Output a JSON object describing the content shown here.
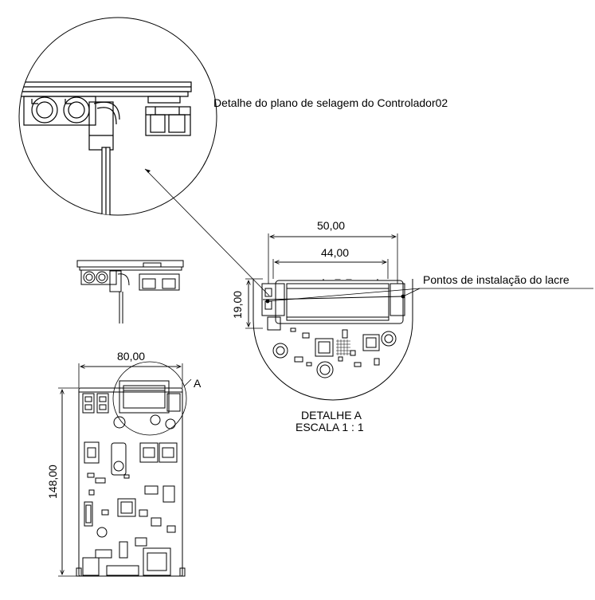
{
  "labels": {
    "detail_view_caption": "Detalhe do plano de selagem do Controlador02",
    "seal_points_callout": "Pontos de instalação do lacre",
    "detail_marker": "A",
    "detail_title": "DETALHE A",
    "detail_scale": "ESCALA 1 : 1"
  },
  "dimensions": {
    "detail_width_outer": "50,00",
    "detail_width_inner": "44,00",
    "detail_height": "19,00",
    "board_width": "80,00",
    "board_height": "148,00"
  }
}
